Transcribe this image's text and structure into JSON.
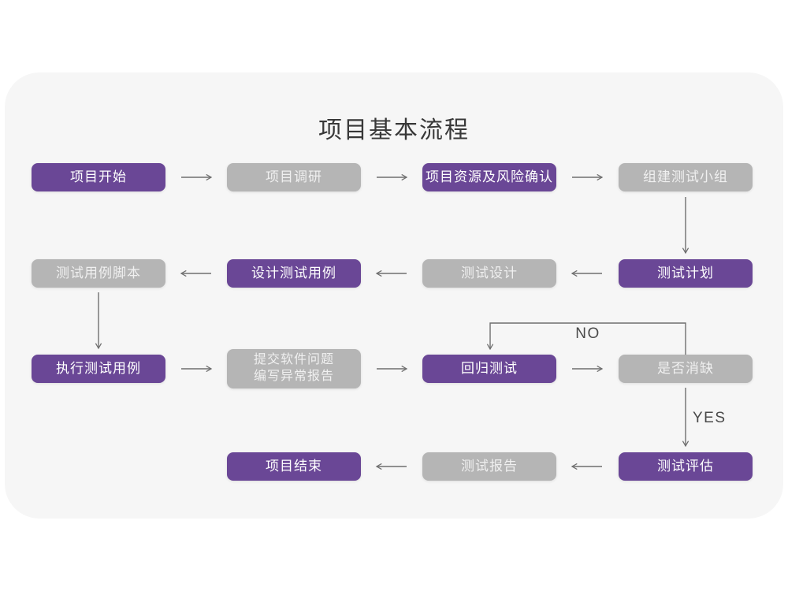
{
  "title": "项目基本流程",
  "flowchart": {
    "nodes": [
      {
        "id": "project-start",
        "label": "项目开始",
        "style": "primary"
      },
      {
        "id": "project-research",
        "label": "项目调研",
        "style": "secondary"
      },
      {
        "id": "resource-risk-confirm",
        "label": "项目资源及风险确认",
        "style": "primary"
      },
      {
        "id": "build-test-team",
        "label": "组建测试小组",
        "style": "secondary"
      },
      {
        "id": "test-plan",
        "label": "测试计划",
        "style": "primary"
      },
      {
        "id": "test-design",
        "label": "测试设计",
        "style": "secondary"
      },
      {
        "id": "design-test-cases",
        "label": "设计测试用例",
        "style": "primary"
      },
      {
        "id": "test-case-scripts",
        "label": "测试用例脚本",
        "style": "secondary"
      },
      {
        "id": "execute-test-cases",
        "label": "执行测试用例",
        "style": "primary"
      },
      {
        "id": "submit-issue-report",
        "label": "提交软件问题\n编写异常报告",
        "style": "secondary"
      },
      {
        "id": "regression-test",
        "label": "回归测试",
        "style": "primary"
      },
      {
        "id": "defect-resolved",
        "label": "是否消缺",
        "style": "secondary"
      },
      {
        "id": "test-evaluation",
        "label": "测试评估",
        "style": "primary"
      },
      {
        "id": "test-report",
        "label": "测试报告",
        "style": "secondary"
      },
      {
        "id": "project-end",
        "label": "项目结束",
        "style": "primary"
      }
    ],
    "branch_labels": {
      "no": "NO",
      "yes": "YES"
    }
  },
  "colors": {
    "page": "#FFFFFF",
    "canvas": "#F6F6F6",
    "primary": "#6A4796",
    "secondary": "#B5B5B5",
    "node_text": "#FFFFFF",
    "node_text_secondary": "#F0F0F0",
    "arrow": "#6F6F6F",
    "title_text": "#383838",
    "branch_text": "#4A4A4A"
  }
}
